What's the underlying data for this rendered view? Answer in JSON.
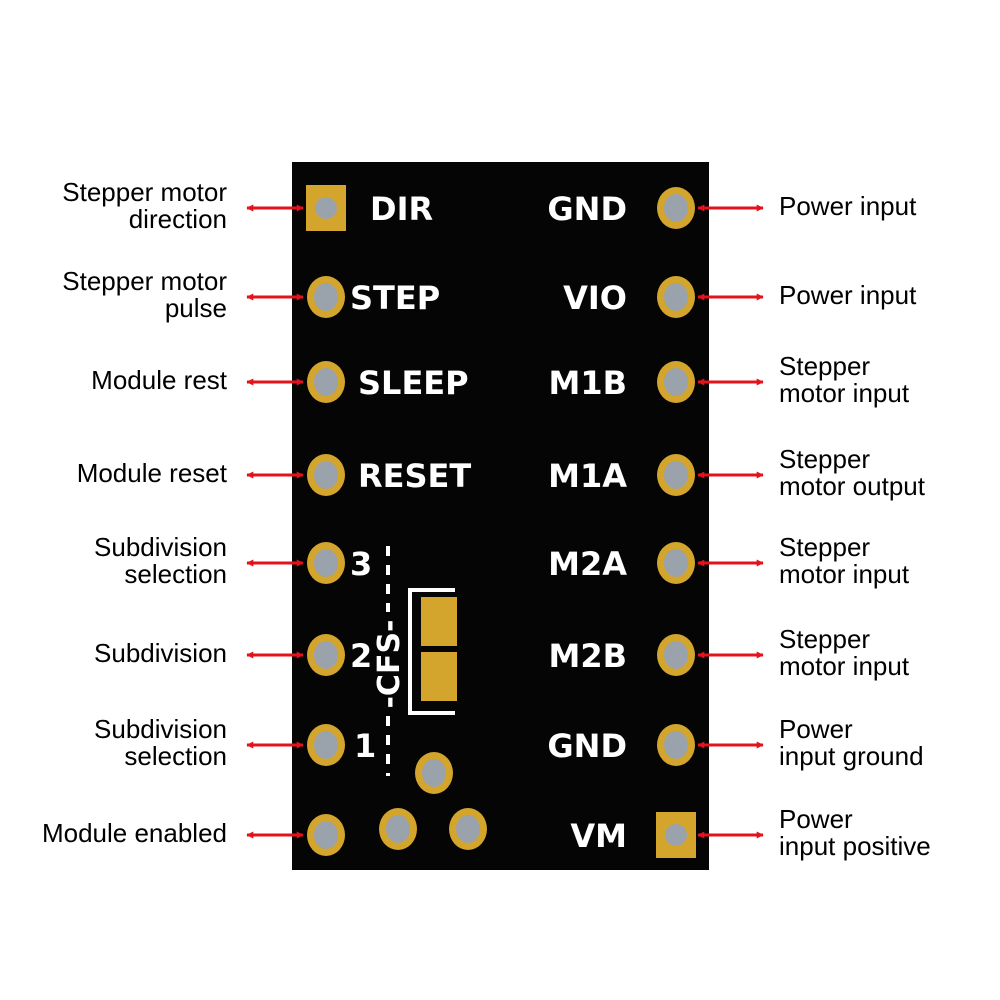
{
  "colors": {
    "board": "#050505",
    "pad_gold": "#d4a52c",
    "pad_hole": "#9aa2ab",
    "silkscreen": "#ffffff",
    "arrow": "#e3121b",
    "text": "#000000"
  },
  "board_markings": {
    "jumper_label": "-CFS-"
  },
  "left_pins": [
    {
      "pin": "DIR",
      "description": [
        "Stepper motor",
        "direction"
      ]
    },
    {
      "pin": "STEP",
      "description": [
        "Stepper motor",
        "pulse"
      ]
    },
    {
      "pin": "SLEEP",
      "description": [
        "Module rest"
      ]
    },
    {
      "pin": "RESET",
      "description": [
        "Module reset"
      ]
    },
    {
      "pin": "3",
      "description": [
        "Subdivision",
        "selection"
      ]
    },
    {
      "pin": "2",
      "description": [
        "Subdivision"
      ]
    },
    {
      "pin": "1",
      "description": [
        "Subdivision",
        "selection"
      ]
    },
    {
      "pin": "",
      "description": [
        "Module enabled"
      ]
    }
  ],
  "right_pins": [
    {
      "pin": "GND",
      "description": [
        "Power input"
      ]
    },
    {
      "pin": "VIO",
      "description": [
        "Power input"
      ]
    },
    {
      "pin": "M1B",
      "description": [
        "Stepper",
        "motor input"
      ]
    },
    {
      "pin": "M1A",
      "description": [
        "Stepper",
        "motor output"
      ]
    },
    {
      "pin": "M2A",
      "description": [
        "Stepper",
        "motor input"
      ]
    },
    {
      "pin": "M2B",
      "description": [
        "Stepper",
        "motor input"
      ]
    },
    {
      "pin": "GND",
      "description": [
        "Power",
        "input ground"
      ]
    },
    {
      "pin": "VM",
      "description": [
        "Power",
        "input positive"
      ]
    }
  ]
}
